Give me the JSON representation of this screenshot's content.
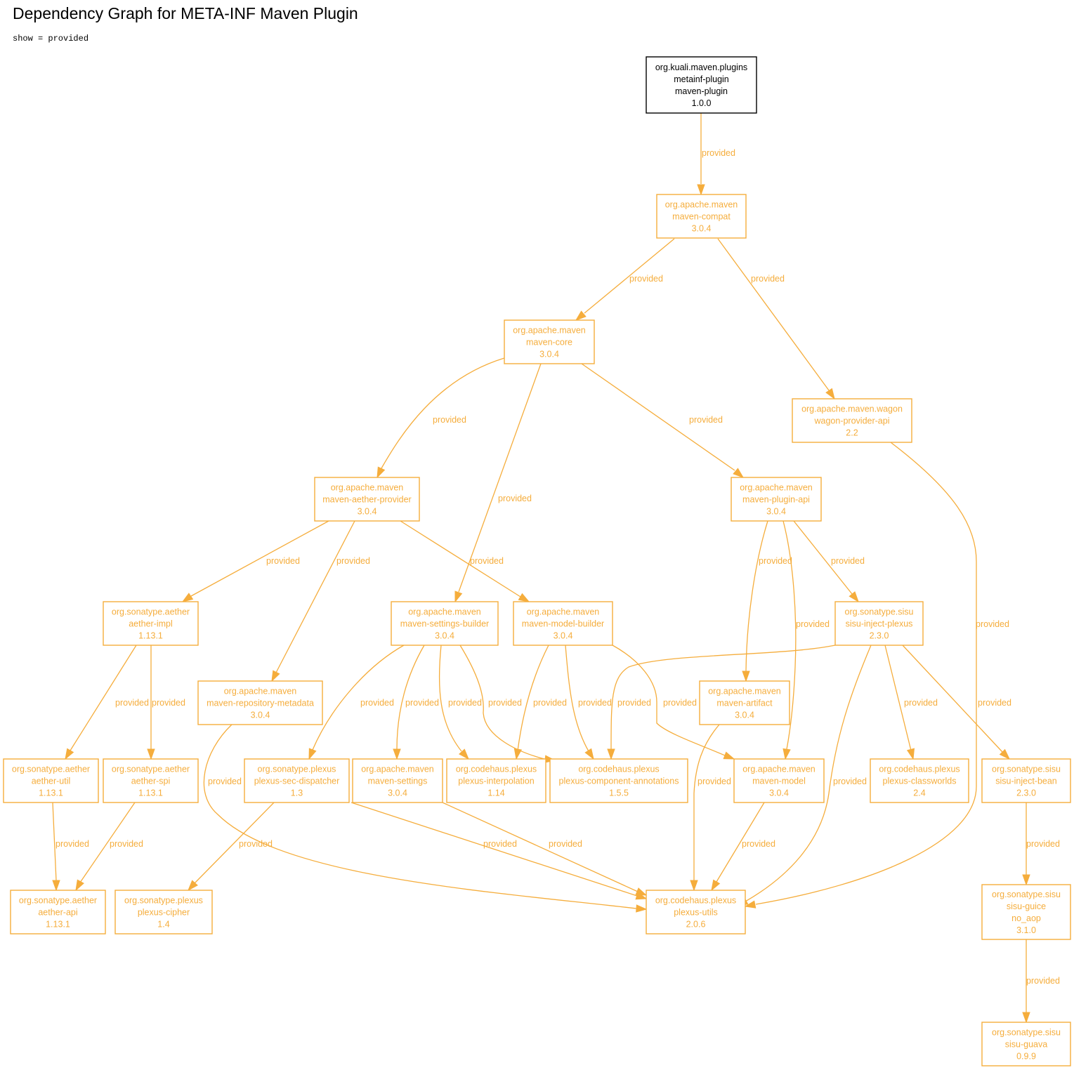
{
  "title": "Dependency Graph for META-INF Maven Plugin",
  "subtitle": "show = provided",
  "colors": {
    "accent": "#f5ad3c",
    "root_fill": "#dcdcdc",
    "root_stroke": "#000000",
    "text": "#000000"
  },
  "nodes": [
    {
      "id": "root",
      "root": true,
      "lines": [
        "org.kuali.maven.plugins",
        "metainf-plugin",
        "maven-plugin",
        "1.0.0"
      ]
    },
    {
      "id": "compat",
      "lines": [
        "org.apache.maven",
        "maven-compat",
        "3.0.4"
      ]
    },
    {
      "id": "core",
      "lines": [
        "org.apache.maven",
        "maven-core",
        "3.0.4"
      ]
    },
    {
      "id": "wagon",
      "lines": [
        "org.apache.maven.wagon",
        "wagon-provider-api",
        "2.2"
      ]
    },
    {
      "id": "aetherprov",
      "lines": [
        "org.apache.maven",
        "maven-aether-provider",
        "3.0.4"
      ]
    },
    {
      "id": "pluginapi",
      "lines": [
        "org.apache.maven",
        "maven-plugin-api",
        "3.0.4"
      ]
    },
    {
      "id": "aetherimpl",
      "lines": [
        "org.sonatype.aether",
        "aether-impl",
        "1.13.1"
      ]
    },
    {
      "id": "settingsbuilder",
      "lines": [
        "org.apache.maven",
        "maven-settings-builder",
        "3.0.4"
      ]
    },
    {
      "id": "modelbuilder",
      "lines": [
        "org.apache.maven",
        "maven-model-builder",
        "3.0.4"
      ]
    },
    {
      "id": "injectplexus",
      "lines": [
        "org.sonatype.sisu",
        "sisu-inject-plexus",
        "2.3.0"
      ]
    },
    {
      "id": "repometa",
      "lines": [
        "org.apache.maven",
        "maven-repository-metadata",
        "3.0.4"
      ]
    },
    {
      "id": "artifact",
      "lines": [
        "org.apache.maven",
        "maven-artifact",
        "3.0.4"
      ]
    },
    {
      "id": "aetherutil",
      "lines": [
        "org.sonatype.aether",
        "aether-util",
        "1.13.1"
      ]
    },
    {
      "id": "aetherspi",
      "lines": [
        "org.sonatype.aether",
        "aether-spi",
        "1.13.1"
      ]
    },
    {
      "id": "secdispatcher",
      "lines": [
        "org.sonatype.plexus",
        "plexus-sec-dispatcher",
        "1.3"
      ]
    },
    {
      "id": "settings",
      "lines": [
        "org.apache.maven",
        "maven-settings",
        "3.0.4"
      ]
    },
    {
      "id": "interpolation",
      "lines": [
        "org.codehaus.plexus",
        "plexus-interpolation",
        "1.14"
      ]
    },
    {
      "id": "annotations",
      "lines": [
        "org.codehaus.plexus",
        "plexus-component-annotations",
        "1.5.5"
      ]
    },
    {
      "id": "model",
      "lines": [
        "org.apache.maven",
        "maven-model",
        "3.0.4"
      ]
    },
    {
      "id": "classworlds",
      "lines": [
        "org.codehaus.plexus",
        "plexus-classworlds",
        "2.4"
      ]
    },
    {
      "id": "injectbean",
      "lines": [
        "org.sonatype.sisu",
        "sisu-inject-bean",
        "2.3.0"
      ]
    },
    {
      "id": "aetherapi",
      "lines": [
        "org.sonatype.aether",
        "aether-api",
        "1.13.1"
      ]
    },
    {
      "id": "cipher",
      "lines": [
        "org.sonatype.plexus",
        "plexus-cipher",
        "1.4"
      ]
    },
    {
      "id": "utils",
      "lines": [
        "org.codehaus.plexus",
        "plexus-utils",
        "2.0.6"
      ]
    },
    {
      "id": "guice",
      "lines": [
        "org.sonatype.sisu",
        "sisu-guice",
        "no_aop",
        "3.1.0"
      ]
    },
    {
      "id": "guava",
      "lines": [
        "org.sonatype.sisu",
        "sisu-guava",
        "0.9.9"
      ]
    }
  ],
  "edges": [
    {
      "from": "root",
      "to": "compat",
      "label": "provided"
    },
    {
      "from": "compat",
      "to": "core",
      "label": "provided"
    },
    {
      "from": "compat",
      "to": "wagon",
      "label": "provided"
    },
    {
      "from": "core",
      "to": "aetherprov",
      "label": "provided"
    },
    {
      "from": "core",
      "to": "settingsbuilder",
      "label": "provided"
    },
    {
      "from": "core",
      "to": "pluginapi",
      "label": "provided"
    },
    {
      "from": "wagon",
      "to": "utils",
      "label": "provided"
    },
    {
      "from": "aetherprov",
      "to": "aetherimpl",
      "label": "provided"
    },
    {
      "from": "aetherprov",
      "to": "repometa",
      "label": "provided"
    },
    {
      "from": "aetherprov",
      "to": "modelbuilder",
      "label": "provided"
    },
    {
      "from": "pluginapi",
      "to": "artifact",
      "label": "provided"
    },
    {
      "from": "pluginapi",
      "to": "model",
      "label": "provided"
    },
    {
      "from": "pluginapi",
      "to": "injectplexus",
      "label": "provided"
    },
    {
      "from": "aetherimpl",
      "to": "aetherutil",
      "label": "provided"
    },
    {
      "from": "aetherimpl",
      "to": "aetherspi",
      "label": "provided"
    },
    {
      "from": "repometa",
      "to": "utils",
      "label": "provided"
    },
    {
      "from": "settingsbuilder",
      "to": "secdispatcher",
      "label": "provided"
    },
    {
      "from": "settingsbuilder",
      "to": "settings",
      "label": "provided"
    },
    {
      "from": "settingsbuilder",
      "to": "interpolation",
      "label": "provided"
    },
    {
      "from": "settingsbuilder",
      "to": "annotations",
      "label": "provided"
    },
    {
      "from": "modelbuilder",
      "to": "interpolation",
      "label": "provided"
    },
    {
      "from": "modelbuilder",
      "to": "annotations",
      "label": "provided"
    },
    {
      "from": "modelbuilder",
      "to": "model",
      "label": "provided"
    },
    {
      "from": "injectplexus",
      "to": "annotations",
      "label": "provided"
    },
    {
      "from": "injectplexus",
      "to": "utils",
      "label": "provided"
    },
    {
      "from": "injectplexus",
      "to": "classworlds",
      "label": "provided"
    },
    {
      "from": "injectplexus",
      "to": "injectbean",
      "label": "provided"
    },
    {
      "from": "artifact",
      "to": "utils",
      "label": "provided"
    },
    {
      "from": "aetherutil",
      "to": "aetherapi",
      "label": "provided"
    },
    {
      "from": "aetherspi",
      "to": "aetherapi",
      "label": "provided"
    },
    {
      "from": "secdispatcher",
      "to": "cipher",
      "label": "provided"
    },
    {
      "from": "secdispatcher",
      "to": "utils",
      "label": "provided"
    },
    {
      "from": "settings",
      "to": "utils",
      "label": "provided"
    },
    {
      "from": "model",
      "to": "utils",
      "label": "provided"
    },
    {
      "from": "injectbean",
      "to": "guice",
      "label": "provided"
    },
    {
      "from": "guice",
      "to": "guava",
      "label": "provided"
    }
  ]
}
